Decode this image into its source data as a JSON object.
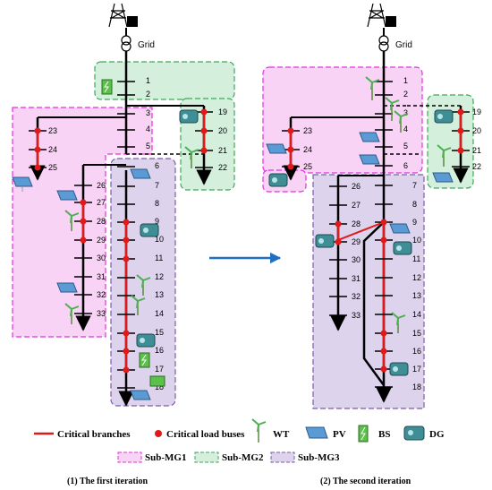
{
  "grid_label": "Grid",
  "buses": [
    "1",
    "2",
    "3",
    "4",
    "5",
    "6",
    "7",
    "8",
    "9",
    "10",
    "11",
    "12",
    "13",
    "14",
    "15",
    "16",
    "17",
    "18",
    "19",
    "20",
    "21",
    "22",
    "23",
    "24",
    "25",
    "26",
    "27",
    "28",
    "29",
    "30",
    "31",
    "32",
    "33"
  ],
  "legend": {
    "critical_branches": "Critical branches",
    "critical_load_buses": "Critical load buses",
    "wt": "WT",
    "pv": "PV",
    "bs": "BS",
    "dg": "DG",
    "sub_mg1": "Sub-MG1",
    "sub_mg2": "Sub-MG2",
    "sub_mg3": "Sub-MG3"
  },
  "captions": {
    "first": "(1) The first iteration",
    "second": "(2) The second iteration"
  },
  "colors": {
    "mg1_fill": "#f9d3f5",
    "mg1_stroke": "#e62ee0",
    "mg2_fill": "#d4f0dd",
    "mg2_stroke": "#3fa65a",
    "mg3_fill": "#ddd3ec",
    "mg3_stroke": "#7b5ca8",
    "critical": "#e01a1a",
    "arrow": "#1f6fc2"
  }
}
